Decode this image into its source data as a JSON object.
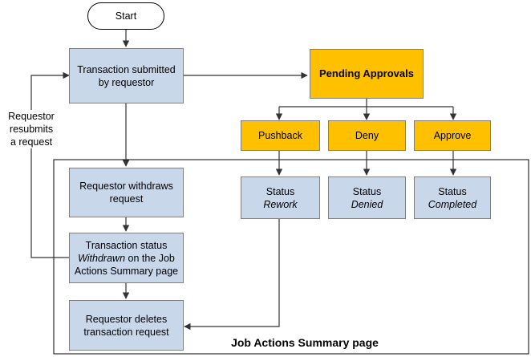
{
  "start": "Start",
  "submitted": [
    "Transaction submitted",
    "by requestor"
  ],
  "pending": "Pending Approvals",
  "pushback": "Pushback",
  "deny": "Deny",
  "approve": "Approve",
  "status_rework": {
    "line1": "Status",
    "line2": "Rework"
  },
  "status_denied": {
    "line1": "Status",
    "line2": "Denied"
  },
  "status_completed": {
    "line1": "Status",
    "line2": "Completed"
  },
  "withdraws": [
    "Requestor withdraws",
    "request"
  ],
  "withdrawn_status": {
    "line1": "Transaction status",
    "line2_italic": "Withdrawn",
    "line2_rest": " on the Job",
    "line3": "Actions Summary page"
  },
  "deletes": [
    "Requestor deletes",
    "transaction request"
  ],
  "resubmit_label": [
    "Requestor",
    "resubmits",
    "a request"
  ],
  "region_label": "Job Actions Summary page"
}
